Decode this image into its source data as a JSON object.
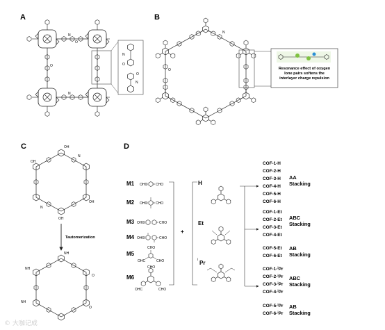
{
  "panels": {
    "a": "A",
    "b": "B",
    "c": "C",
    "d": "D"
  },
  "panel_b_callout": [
    "Resonance effect of oxygen",
    "lone pairs softens the",
    "interlayer charge repulsion"
  ],
  "panel_c_arrow_label": "Tautomerization",
  "panel_d": {
    "monomers": [
      "M1",
      "M2",
      "M3",
      "M4",
      "M5",
      "M6"
    ],
    "plus": "+",
    "substituents": [
      "H",
      "Et",
      "iPr"
    ],
    "substituent_ipr_sup": "i",
    "substituent_ipr_text": "Pr",
    "group_h": [
      "COF-1-H",
      "COF-2-H",
      "COF-3-H",
      "COF-4-H",
      "COF-5-H",
      "COF-6-H"
    ],
    "group_et": [
      "COF-1-Et",
      "COF-2-Et",
      "COF-3-Et",
      "COF-4-Et",
      "COF-5-Et",
      "COF-6-Et"
    ],
    "group_ipr": [
      {
        "pre": "COF-1-",
        "sup": "i",
        "post": "Pr"
      },
      {
        "pre": "COF-2-",
        "sup": "i",
        "post": "Pr"
      },
      {
        "pre": "COF-3-",
        "sup": "i",
        "post": "Pr"
      },
      {
        "pre": "COF-4-",
        "sup": "i",
        "post": "Pr"
      },
      {
        "pre": "COF-5-",
        "sup": "i",
        "post": "Pr"
      },
      {
        "pre": "COF-6-",
        "sup": "i",
        "post": "Pr"
      }
    ],
    "stacking": [
      {
        "type": "AA",
        "word": "Stacking"
      },
      {
        "type": "ABC",
        "word": "Stacking"
      },
      {
        "type": "AB",
        "word": "Stacking"
      },
      {
        "type": "ABC",
        "word": "Stacking"
      },
      {
        "type": "AB",
        "word": "Stacking"
      }
    ]
  },
  "atom_labels": {
    "n": "N",
    "o": "O",
    "h": "H",
    "oh": "OH",
    "nh": "NH",
    "cho": "CHO",
    "ohc": "OHC"
  },
  "watermark": "© 大咖记成"
}
